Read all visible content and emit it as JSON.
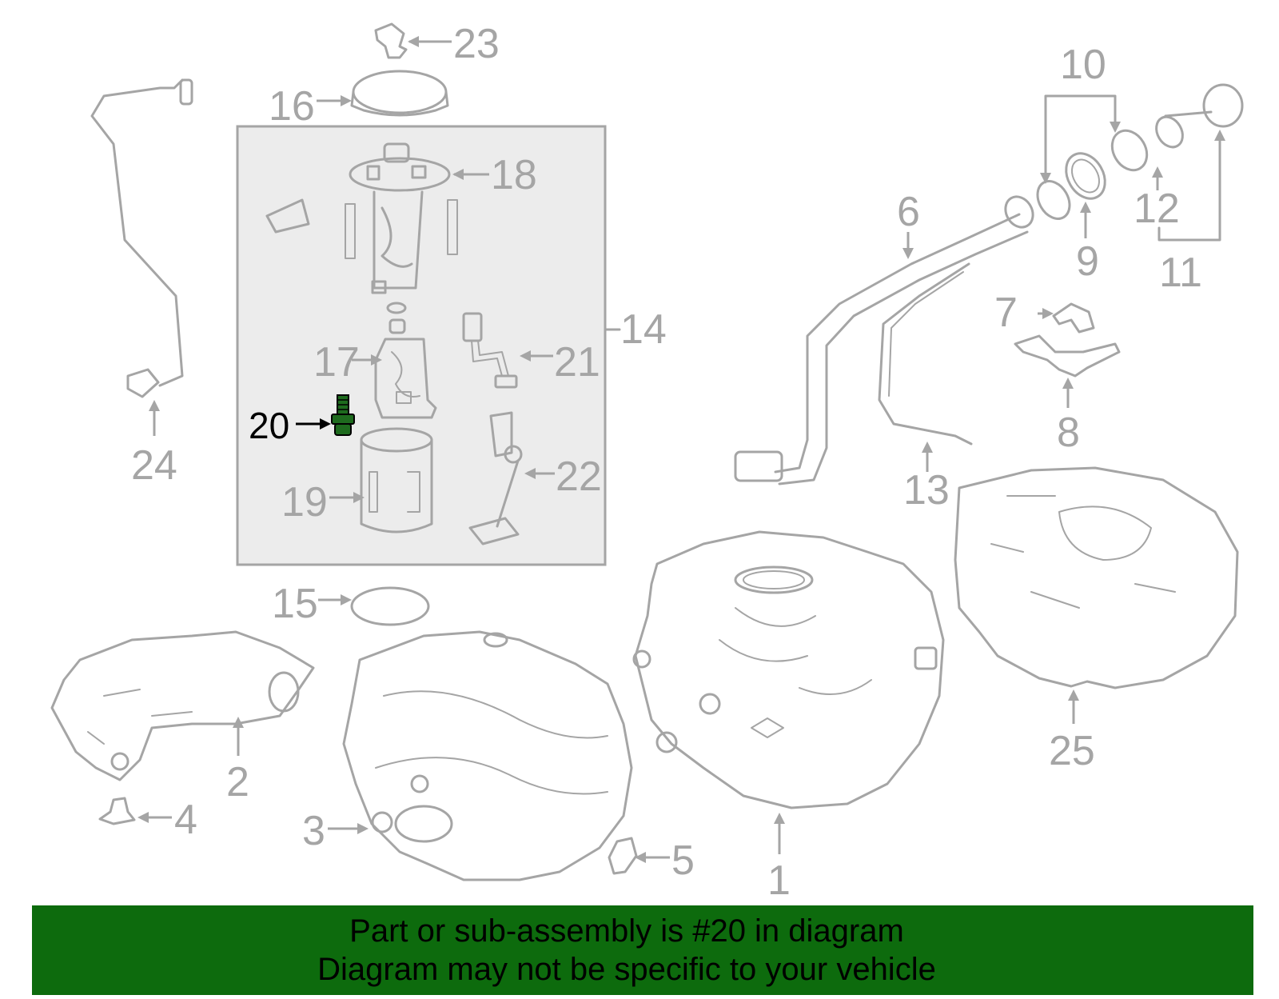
{
  "labels": {
    "p1": "1",
    "p2": "2",
    "p3": "3",
    "p4": "4",
    "p5": "5",
    "p6": "6",
    "p7": "7",
    "p8": "8",
    "p9": "9",
    "p10": "10",
    "p11": "11",
    "p12": "12",
    "p13": "13",
    "p14": "14",
    "p15": "15",
    "p16": "16",
    "p17": "17",
    "p18": "18",
    "p19": "19",
    "p20": "20",
    "p21": "21",
    "p22": "22",
    "p23": "23",
    "p24": "24",
    "p25": "25"
  },
  "highlighted_part": "20",
  "colors": {
    "line": "#a5a5a5",
    "highlight": "#1e6b1e",
    "banner": "#0d6b0d"
  },
  "banner": {
    "line1": "Part or sub-assembly is #20 in diagram",
    "line2": "Diagram may not be specific to your vehicle"
  }
}
